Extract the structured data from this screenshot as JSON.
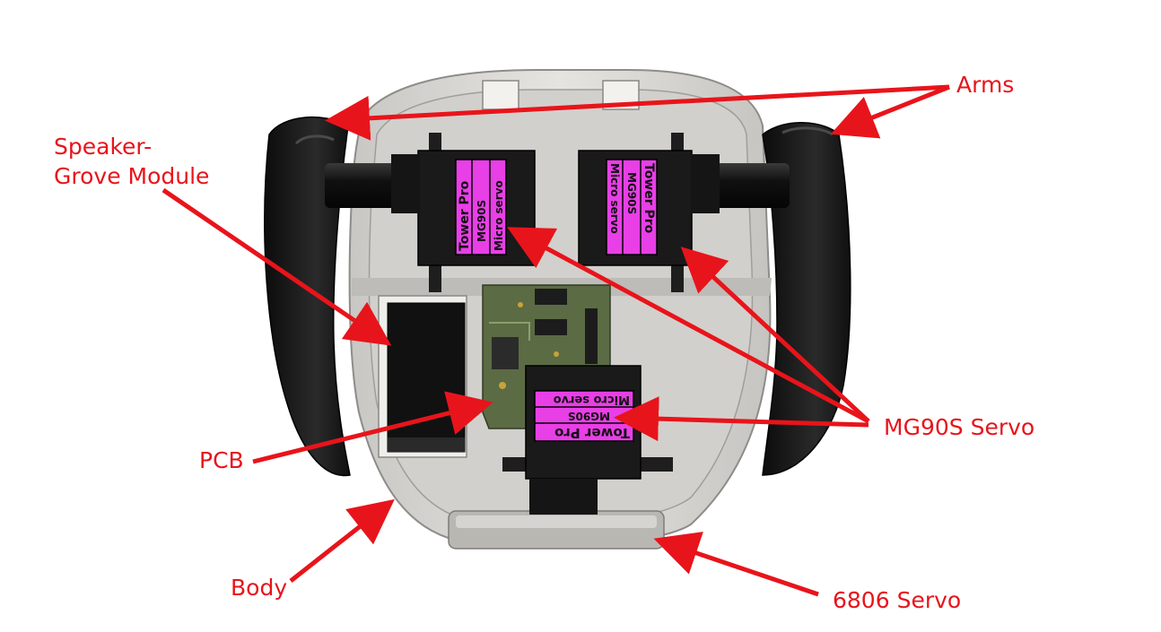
{
  "labels": {
    "arms": "Arms",
    "speaker_line1": "Speaker-",
    "speaker_line2": "Grove Module",
    "pcb": "PCB",
    "mg90s": "MG90S Servo",
    "body": "Body",
    "servo6806": "6806 Servo"
  },
  "servo_sticker": {
    "brand": "Tower Pro",
    "model": "MG90S",
    "kind": "Micro servo"
  },
  "colors": {
    "annotation": "#e8141b",
    "body_shell": "#dcdad6",
    "arm": "#161616",
    "servo_body": "#1a1a1a",
    "servo_sticker": "#e83fe6",
    "pcb": "#5b6b44"
  }
}
